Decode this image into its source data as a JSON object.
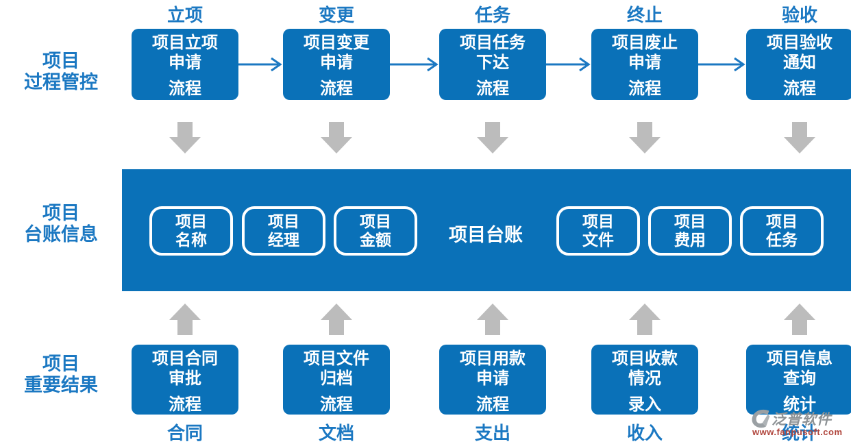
{
  "palette": {
    "box-blue": "#0a71b8",
    "label-blue": "#1b78c2",
    "arrow-gray": "#bcbcbc",
    "wm-gray": "#8d9295",
    "wm-red": "#b0453c"
  },
  "left_labels": [
    {
      "line1": "项目",
      "line2": "过程管控"
    },
    {
      "line1": "项目",
      "line2": "台账信息"
    },
    {
      "line1": "项目",
      "line2": "重要结果"
    }
  ],
  "top_flow": {
    "stages": [
      {
        "label": "立项",
        "box": [
          "项目立项",
          "申请",
          "流程"
        ]
      },
      {
        "label": "变更",
        "box": [
          "项目变更",
          "申请",
          "流程"
        ]
      },
      {
        "label": "任务",
        "box": [
          "项目任务",
          "下达",
          "流程"
        ]
      },
      {
        "label": "终止",
        "box": [
          "项目废止",
          "申请",
          "流程"
        ]
      },
      {
        "label": "验收",
        "box": [
          "项目验收",
          "通知",
          "流程"
        ]
      }
    ]
  },
  "ledger": {
    "title": "项目台账",
    "left_pills": [
      [
        "项目",
        "名称"
      ],
      [
        "项目",
        "经理"
      ],
      [
        "项目",
        "金额"
      ]
    ],
    "right_pills": [
      [
        "项目",
        "文件"
      ],
      [
        "项目",
        "费用"
      ],
      [
        "项目",
        "任务"
      ]
    ]
  },
  "bottom_flow": {
    "stages": [
      {
        "label": "合同",
        "box": [
          "项目合同",
          "审批",
          "流程"
        ]
      },
      {
        "label": "文档",
        "box": [
          "项目文件",
          "归档",
          "流程"
        ]
      },
      {
        "label": "支出",
        "box": [
          "项目用款",
          "申请",
          "流程"
        ]
      },
      {
        "label": "收入",
        "box": [
          "项目收款",
          "情况",
          "录入"
        ]
      },
      {
        "label": "统计",
        "box": [
          "项目信息",
          "查询",
          "统计"
        ]
      }
    ]
  },
  "watermark": {
    "brand": "泛普软件",
    "url": "www.fanpusoft.com"
  }
}
